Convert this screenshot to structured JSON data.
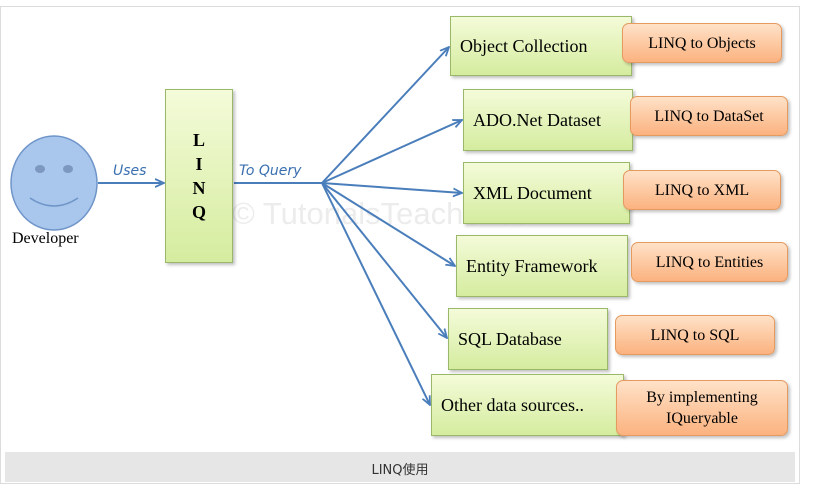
{
  "watermark": "© TutorialsTeacher.com",
  "developer": {
    "label": "Developer"
  },
  "edges": {
    "uses": "Uses",
    "to_query": "To Query"
  },
  "linq_letters": [
    "L",
    "I",
    "N",
    "Q"
  ],
  "sources": [
    {
      "name": "Object Collection",
      "provider": "LINQ to Objects"
    },
    {
      "name": "ADO.Net Dataset",
      "provider": "LINQ to DataSet"
    },
    {
      "name": "XML Document",
      "provider": "LINQ to XML"
    },
    {
      "name": "Entity Framework",
      "provider": "LINQ to Entities"
    },
    {
      "name": "SQL Database",
      "provider": "LINQ to SQL"
    },
    {
      "name": "Other data sources..",
      "provider": "By implementing\nIQueryable"
    }
  ],
  "caption": "LINQ使用",
  "colors": {
    "arrow": "#4a7ebb",
    "source_fill": "#d5ec9f",
    "provider_fill": "#fbb27f",
    "face_fill": "#a9c6ec"
  }
}
